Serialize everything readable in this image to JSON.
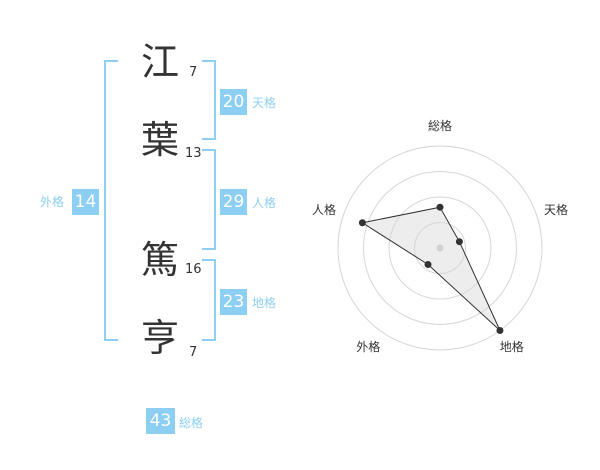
{
  "name": {
    "chars": [
      {
        "char": "江",
        "strokes": "7"
      },
      {
        "char": "葉",
        "strokes": "13"
      },
      {
        "char": "篤",
        "strokes": "16"
      },
      {
        "char": "亨",
        "strokes": "7"
      }
    ]
  },
  "kakusu": {
    "tenkaku": {
      "value": "20",
      "label": "天格"
    },
    "jinkaku": {
      "value": "29",
      "label": "人格"
    },
    "chikaku": {
      "value": "23",
      "label": "地格"
    },
    "gaikaku": {
      "value": "14",
      "label": "外格"
    },
    "soukaku": {
      "value": "43",
      "label": "総格"
    }
  },
  "chart_data": {
    "type": "radar",
    "axes": [
      "総格",
      "天格",
      "地格",
      "外格",
      "人格"
    ],
    "values": [
      2,
      1,
      5,
      1,
      4
    ],
    "rmax": 5,
    "rings": 4
  },
  "colors": {
    "accent": "#8dcff2",
    "text": "#333333"
  }
}
